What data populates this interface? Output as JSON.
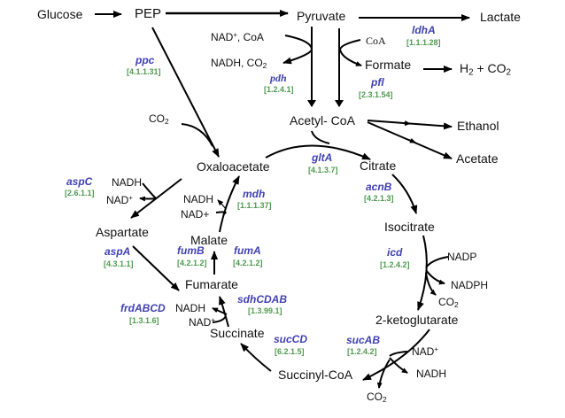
{
  "diagram": {
    "title": "",
    "metabolites": {
      "glucose": "Glucose",
      "pep": "PEP",
      "pyruvate": "Pyruvate",
      "lactate": "Lactate",
      "formate": "Formate",
      "h2_co2": {
        "pre": "H",
        "sub1": "2",
        "mid": " + CO",
        "sub2": "2"
      },
      "acetyl_coa": "Acetyl- CoA",
      "ethanol": "Ethanol",
      "acetate": "Acetate",
      "oxaloacetate": "Oxaloacetate",
      "citrate": "Citrate",
      "isocitrate": "Isocitrate",
      "ketoglutarate": "2-ketoglutarate",
      "succinyl_coa": "Succinyl-CoA",
      "succinate": "Succinate",
      "fumarate": "Fumarate",
      "malate": "Malate",
      "aspartate": "Aspartate"
    },
    "cofactors": {
      "pdh_in": {
        "text": "NAD",
        "sup": "+",
        "rest": ", CoA"
      },
      "pdh_out": {
        "text": "NADH, CO",
        "sub": "2"
      },
      "pfl_in": "CoA",
      "ppc_co2": {
        "text": "CO",
        "sub": "2"
      },
      "aspc_nadh": "NADH",
      "aspc_nad": {
        "text": "NAD",
        "sup": "+"
      },
      "mdh_nadh": "NADH",
      "mdh_nad": "NAD+",
      "frd_nadh": "NADH",
      "frd_nad": {
        "text": "NAD",
        "sup": "+"
      },
      "icd_nadp": "NADP",
      "icd_nadph": "NADPH",
      "icd_co2": {
        "text": "CO",
        "sub": "2"
      },
      "sucab_nad": {
        "text": "NAD",
        "sup": "+"
      },
      "sucab_nadh": "NADH",
      "sucab_co2": {
        "text": "CO",
        "sub": "2"
      }
    },
    "enzymes": [
      {
        "id": "ppc",
        "gene": "ppc",
        "ec": "[4.1.1.31]"
      },
      {
        "id": "pdh",
        "gene": "pdh",
        "ec": "[1.2.4.1]"
      },
      {
        "id": "pfl",
        "gene": "pfl",
        "ec": "[2.3.1.54]"
      },
      {
        "id": "ldhA",
        "gene": "ldhA",
        "ec": "[1.1.1.28]"
      },
      {
        "id": "gltA",
        "gene": "gltA",
        "ec": "[4.1.3.7]"
      },
      {
        "id": "acnB",
        "gene": "acnB",
        "ec": "[4.2.1.3]"
      },
      {
        "id": "icd",
        "gene": "icd",
        "ec": "[1.2.4.2]"
      },
      {
        "id": "sucAB",
        "gene": "sucAB",
        "ec": "[1.2.4.2]"
      },
      {
        "id": "sucCD",
        "gene": "sucCD",
        "ec": "[6.2.1.5]"
      },
      {
        "id": "sdhCDAB",
        "gene": "sdhCDAB",
        "ec": "[1.3.99.1]"
      },
      {
        "id": "frdABCD",
        "gene": "frdABCD",
        "ec": "[1.3.1.6]"
      },
      {
        "id": "fumB",
        "gene": "fumB",
        "ec": "[4.2.1.2]"
      },
      {
        "id": "fumA",
        "gene": "fumA",
        "ec": "[4.2.1.2]"
      },
      {
        "id": "mdh",
        "gene": "mdh",
        "ec": "[1.1.1.37]"
      },
      {
        "id": "aspC",
        "gene": "aspC",
        "ec": "[2.6.1.1]"
      },
      {
        "id": "aspA",
        "gene": "aspA",
        "ec": "[4.3.1.1]"
      }
    ],
    "colors": {
      "gene": "#4141b4",
      "ec": "#4f9a4f",
      "line": "#000000",
      "text": "#111111"
    }
  }
}
